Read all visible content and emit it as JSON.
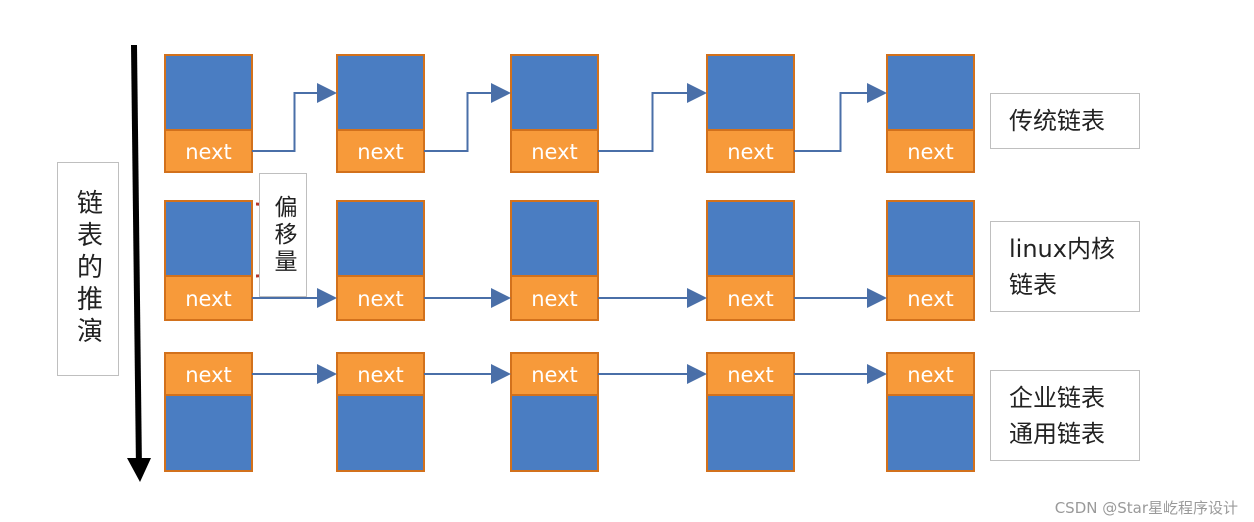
{
  "colors": {
    "data_block": "#4a7dc2",
    "next_field": "#f79a3a",
    "block_border": "#d2711c",
    "arrow": "#4a6fa8",
    "brace": "#b5372b",
    "axis": "#000000"
  },
  "vertical_label": "链表的推演",
  "offset_label": "偏移量",
  "rows": [
    {
      "label": "传统链表",
      "node_next_text": "next",
      "next_position": "bottom"
    },
    {
      "label": "linux内核\n链表",
      "node_next_text": "next",
      "next_position": "bottom"
    },
    {
      "label": "企业链表\n通用链表",
      "node_next_text": "next",
      "next_position": "top"
    }
  ],
  "watermark": "CSDN @Star星屹程序设计"
}
